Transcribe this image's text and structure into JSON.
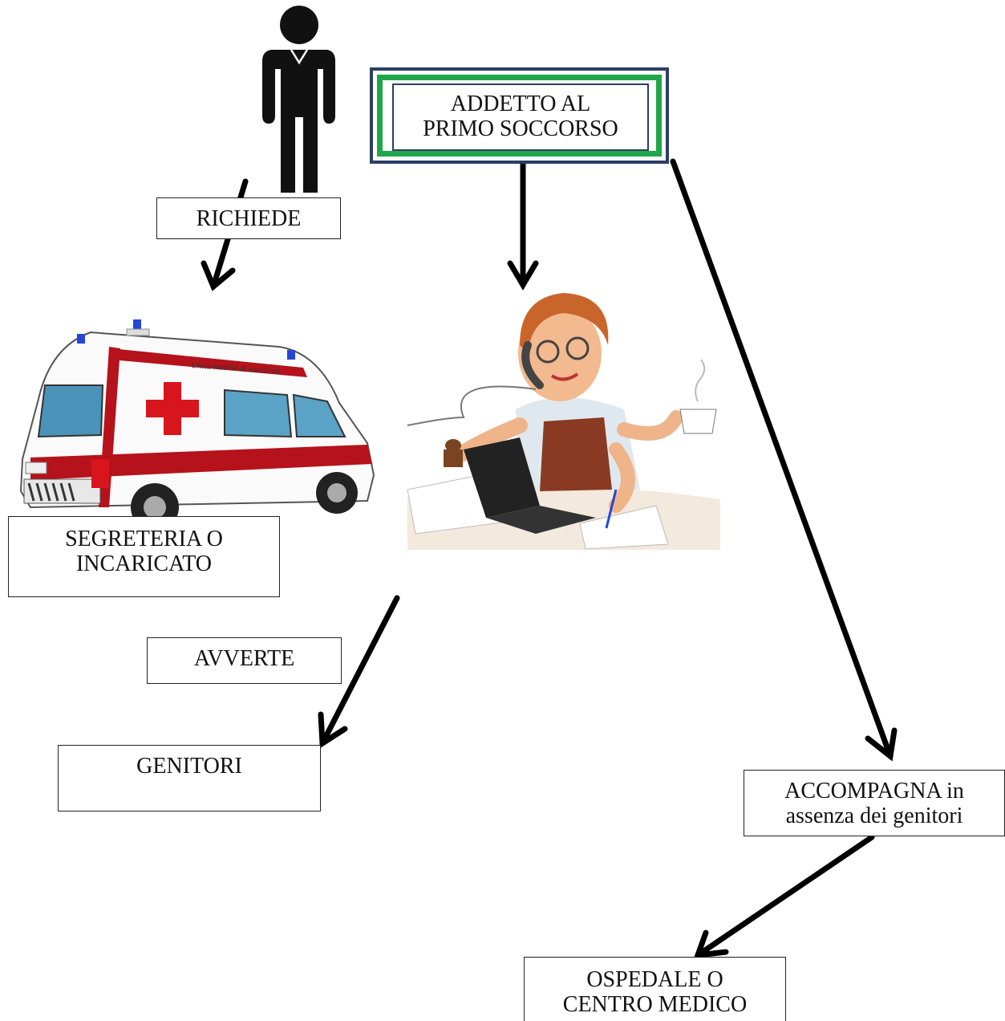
{
  "nodes": {
    "addetto": {
      "line1": "ADDETTO AL",
      "line2": "PRIMO SOCCORSO"
    },
    "richiede": {
      "text": "RICHIEDE"
    },
    "segreteria": {
      "line1": "SEGRETERIA O",
      "line2": "INCARICATO"
    },
    "avverte": {
      "text": "AVVERTE"
    },
    "genitori": {
      "text": "GENITORI"
    },
    "accompagna": {
      "line1": "ACCOMPAGNA in",
      "line2": "assenza dei genitori"
    },
    "ospedale": {
      "line1": "OSPEDALE O",
      "line2": "CENTRO MEDICO"
    }
  },
  "ambulance_lettering": "Unità mobile di soccorso",
  "colors": {
    "addetto_outer_border": "#2b3f63",
    "addetto_inner_border": "#1fa64a",
    "arrow": "#000000",
    "ambulance_red": "#b5121b"
  },
  "icons": [
    "person-icon",
    "ambulance-illustration",
    "secretary-illustration"
  ]
}
